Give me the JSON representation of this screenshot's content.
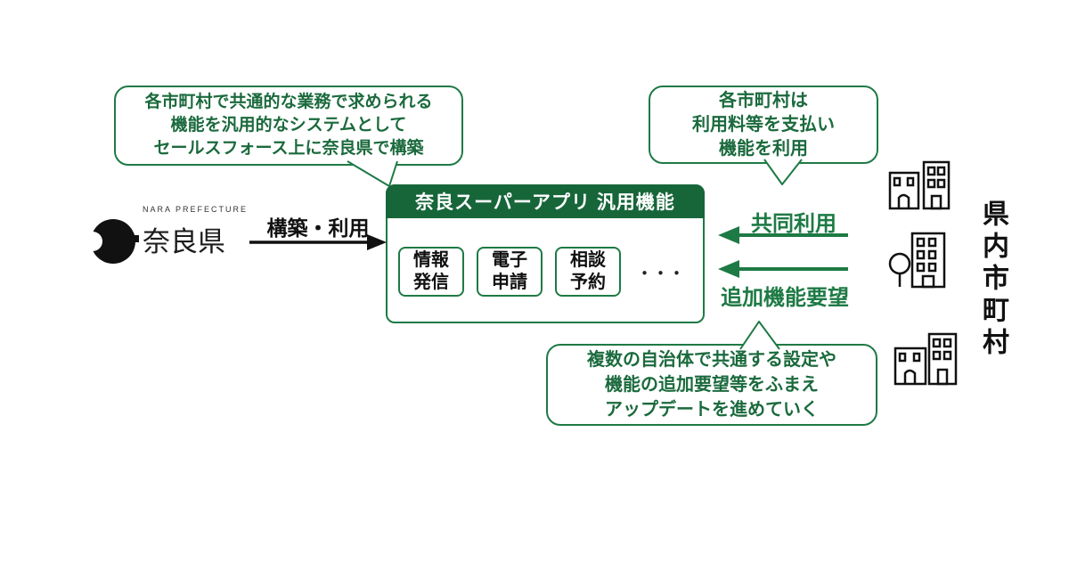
{
  "prefecture": {
    "name_en": "NARA PREFECTURE",
    "name_ja": "奈良県"
  },
  "bubble_build": {
    "line1": "各市町村で共通的な業務で求められる",
    "line2": "機能を汎用的なシステムとして",
    "line3": "セールスフォース上に奈良県で構築"
  },
  "bubble_pay": {
    "line1": "各市町村は",
    "line2": "利用料等を支払い",
    "line3": "機能を利用"
  },
  "bubble_update": {
    "line1": "複数の自治体で共通する設定や",
    "line2": "機能の追加要望等をふまえ",
    "line3": "アップデートを進めていく"
  },
  "arrow_build_use": {
    "label": "構築・利用"
  },
  "arrow_joint_use": {
    "label": "共同利用"
  },
  "arrow_feature_request": {
    "label": "追加機能要望"
  },
  "app_box": {
    "title": "奈良スーパーアプリ 汎用機能",
    "modules": [
      {
        "label": "情報\n発信"
      },
      {
        "label": "電子\n申請"
      },
      {
        "label": "相談\n予約"
      }
    ],
    "ellipsis": "・・・"
  },
  "municipalities": {
    "label": "県内市町村"
  },
  "icons": {
    "prefecture_logo": "nara-prefecture-logo",
    "municipality_buildings": "buildings-icon",
    "municipality_tree_building": "tree-building-icon"
  },
  "colors": {
    "green": "#1e7a45",
    "dark_green": "#17663a",
    "bubble_text_green": "#1b6a3d",
    "black": "#111111"
  }
}
